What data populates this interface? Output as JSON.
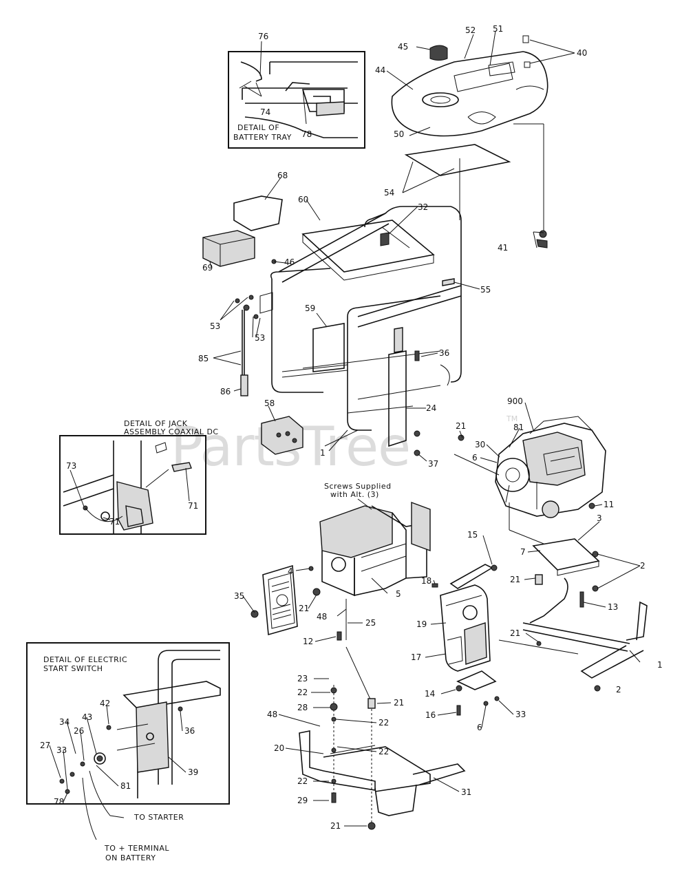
{
  "watermark": {
    "text": "PartsTree",
    "trademark": "TM"
  },
  "insets": {
    "battery_tray": {
      "caption_line1": "DETAIL OF",
      "caption_line2": "BATTERY TRAY"
    },
    "jack_assembly": {
      "caption_line1": "DETAIL OF JACK",
      "caption_line2": "ASSEMBLY COAXIAL DC"
    },
    "electric_start": {
      "caption_line1": "DETAIL OF ELECTRIC",
      "caption_line2": "START SWITCH"
    }
  },
  "notes": {
    "screws_line1": "Screws Supplied",
    "screws_line2": "with Alt. (3)",
    "to_starter": "TO STARTER",
    "to_terminal_line1": "TO + TERMINAL",
    "to_terminal_line2": "ON BATTERY"
  },
  "callouts": [
    {
      "id": "c76",
      "text": "76"
    },
    {
      "id": "c74",
      "text": "74"
    },
    {
      "id": "c78a",
      "text": "78"
    },
    {
      "id": "c45",
      "text": "45"
    },
    {
      "id": "c52",
      "text": "52"
    },
    {
      "id": "c51",
      "text": "51"
    },
    {
      "id": "c40",
      "text": "40"
    },
    {
      "id": "c44",
      "text": "44"
    },
    {
      "id": "c50",
      "text": "50"
    },
    {
      "id": "c54",
      "text": "54"
    },
    {
      "id": "c68",
      "text": "68"
    },
    {
      "id": "c60",
      "text": "60"
    },
    {
      "id": "c32",
      "text": "32"
    },
    {
      "id": "c41",
      "text": "41"
    },
    {
      "id": "c69",
      "text": "69"
    },
    {
      "id": "c46",
      "text": "46"
    },
    {
      "id": "c55",
      "text": "55"
    },
    {
      "id": "c59",
      "text": "59"
    },
    {
      "id": "c53a",
      "text": "53"
    },
    {
      "id": "c53b",
      "text": "53"
    },
    {
      "id": "c36a",
      "text": "36"
    },
    {
      "id": "c85",
      "text": "85"
    },
    {
      "id": "c86",
      "text": "86"
    },
    {
      "id": "c24",
      "text": "24"
    },
    {
      "id": "c900",
      "text": "900"
    },
    {
      "id": "c58",
      "text": "58"
    },
    {
      "id": "c21a",
      "text": "21"
    },
    {
      "id": "c81a",
      "text": "81"
    },
    {
      "id": "c30",
      "text": "30"
    },
    {
      "id": "c6a",
      "text": "6"
    },
    {
      "id": "c1a",
      "text": "1"
    },
    {
      "id": "c37",
      "text": "37"
    },
    {
      "id": "c73",
      "text": "73"
    },
    {
      "id": "c71a",
      "text": "71"
    },
    {
      "id": "c71b",
      "text": "71"
    },
    {
      "id": "c11",
      "text": "11"
    },
    {
      "id": "c3",
      "text": "3"
    },
    {
      "id": "c15",
      "text": "15"
    },
    {
      "id": "c7",
      "text": "7"
    },
    {
      "id": "c2a",
      "text": "2"
    },
    {
      "id": "c4",
      "text": "4"
    },
    {
      "id": "c5",
      "text": "5"
    },
    {
      "id": "c18",
      "text": "18"
    },
    {
      "id": "c21b",
      "text": "21"
    },
    {
      "id": "c35",
      "text": "35"
    },
    {
      "id": "c21c",
      "text": "21"
    },
    {
      "id": "c48a",
      "text": "48"
    },
    {
      "id": "c13",
      "text": "13"
    },
    {
      "id": "c19",
      "text": "19"
    },
    {
      "id": "c25",
      "text": "25"
    },
    {
      "id": "c12",
      "text": "12"
    },
    {
      "id": "c21d",
      "text": "21"
    },
    {
      "id": "c17",
      "text": "17"
    },
    {
      "id": "c1b",
      "text": "1"
    },
    {
      "id": "c23",
      "text": "23"
    },
    {
      "id": "c2b",
      "text": "2"
    },
    {
      "id": "c22a",
      "text": "22"
    },
    {
      "id": "c42",
      "text": "42"
    },
    {
      "id": "c28",
      "text": "28"
    },
    {
      "id": "c21e",
      "text": "21"
    },
    {
      "id": "c14",
      "text": "14"
    },
    {
      "id": "c33a",
      "text": "33"
    },
    {
      "id": "c36b",
      "text": "36"
    },
    {
      "id": "c16",
      "text": "16"
    },
    {
      "id": "c6b",
      "text": "6"
    },
    {
      "id": "c34",
      "text": "34"
    },
    {
      "id": "c43",
      "text": "43"
    },
    {
      "id": "c48b",
      "text": "48"
    },
    {
      "id": "c22b",
      "text": "22"
    },
    {
      "id": "c26",
      "text": "26"
    },
    {
      "id": "c20",
      "text": "20"
    },
    {
      "id": "c22c",
      "text": "22"
    },
    {
      "id": "c27",
      "text": "27"
    },
    {
      "id": "c33b",
      "text": "33"
    },
    {
      "id": "c39",
      "text": "39"
    },
    {
      "id": "c81b",
      "text": "81"
    },
    {
      "id": "c22d",
      "text": "22"
    },
    {
      "id": "c31",
      "text": "31"
    },
    {
      "id": "c78b",
      "text": "78"
    },
    {
      "id": "c29",
      "text": "29"
    },
    {
      "id": "c21f",
      "text": "21"
    }
  ]
}
